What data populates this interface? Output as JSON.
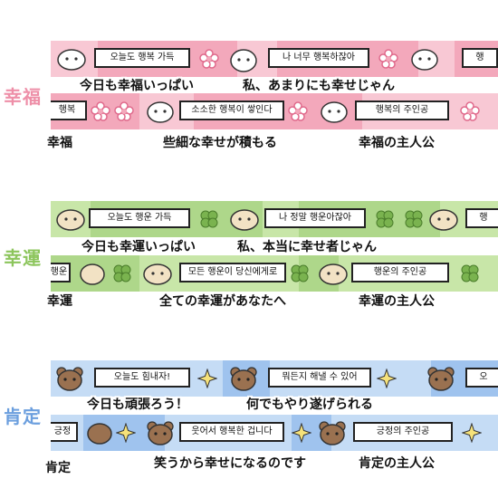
{
  "colors": {
    "pink_light": "#f8c8d4",
    "pink_dark": "#f3a8bb",
    "pink_label": "#ee8fa8",
    "green_light": "#c8e6a8",
    "green_dark": "#aed78a",
    "green_label": "#8cc55c",
    "blue_light": "#c5dcf5",
    "blue_dark": "#9fc3ee",
    "blue_label": "#6c9fde"
  },
  "sections": {
    "happiness": {
      "label": "幸福",
      "row1": {
        "box1": "오늘도 행복 가득",
        "box2": "나 너무 행복하잖아",
        "box3": "행",
        "cap1": "今日も幸福いっぱい",
        "cap2": "私、あまりにも幸せじゃん"
      },
      "row2": {
        "box0": "행복",
        "box1": "소소한 행복이 쌓인다",
        "box2": "행복의 주인공",
        "cap0": "幸福",
        "cap1": "些細な幸せが積もる",
        "cap2": "幸福の主人公"
      }
    },
    "luck": {
      "label": "幸運",
      "row1": {
        "box1": "오늘도 행운 가득",
        "box2": "나 정말 행운아잖아",
        "box3": "행",
        "cap1": "今日も幸運いっぱい",
        "cap2": "私、本当に幸せ者じゃん"
      },
      "row2": {
        "box0": "행운",
        "box1": "모든 행운이 당신에게로",
        "box2": "행운의 주인공",
        "cap0": "幸運",
        "cap1": "全ての幸運があなたへ",
        "cap2": "幸運の主人公"
      }
    },
    "positive": {
      "label": "肯定",
      "row1": {
        "box1": "오늘도 힘내자!",
        "box2": "뭐든지 해낼 수 있어",
        "box3": "오",
        "cap1": "今日も頑張ろう！",
        "cap2": "何でもやり遂げられる"
      },
      "row2": {
        "box0": "긍정",
        "box1": "웃어서 행복한 겁니다",
        "box2": "긍정의 주인공",
        "cap0": "肯定",
        "cap1": "笑うから幸せになるのです",
        "cap2": "肯定の主人公"
      }
    }
  },
  "icons": [
    "bunny-icon",
    "flower-icon",
    "clover-icon",
    "puppy-icon",
    "bear-icon",
    "sparkle-icon",
    "potato-icon"
  ]
}
